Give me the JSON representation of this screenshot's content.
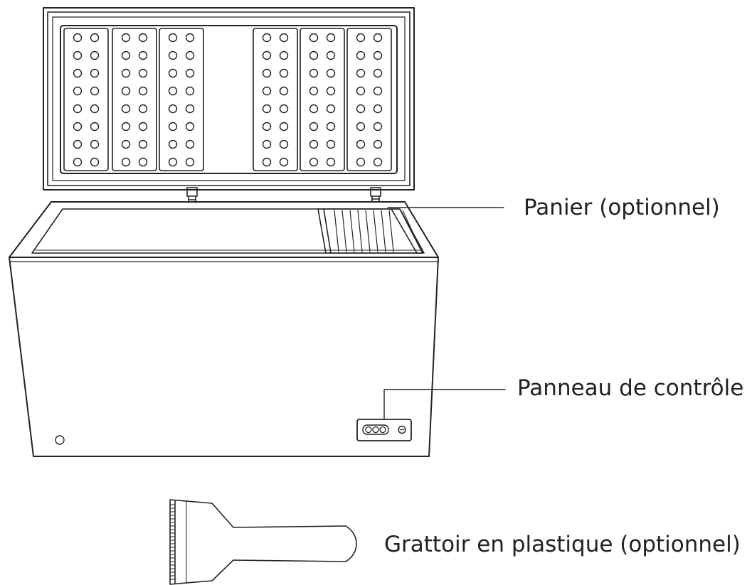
{
  "colors": {
    "line": "#222222",
    "background": "#ffffff"
  },
  "labels": {
    "basket": "Panier (optionnel)",
    "control_panel": "Panneau de contrôle",
    "scraper": "Grattoir en plastique (optionnel)"
  },
  "components": {
    "lid": "chest-freezer-lid-icon",
    "body": "chest-freezer-body-icon",
    "basket": "wire-basket-icon",
    "control_panel": "control-panel-icon",
    "scraper": "ice-scraper-icon"
  }
}
